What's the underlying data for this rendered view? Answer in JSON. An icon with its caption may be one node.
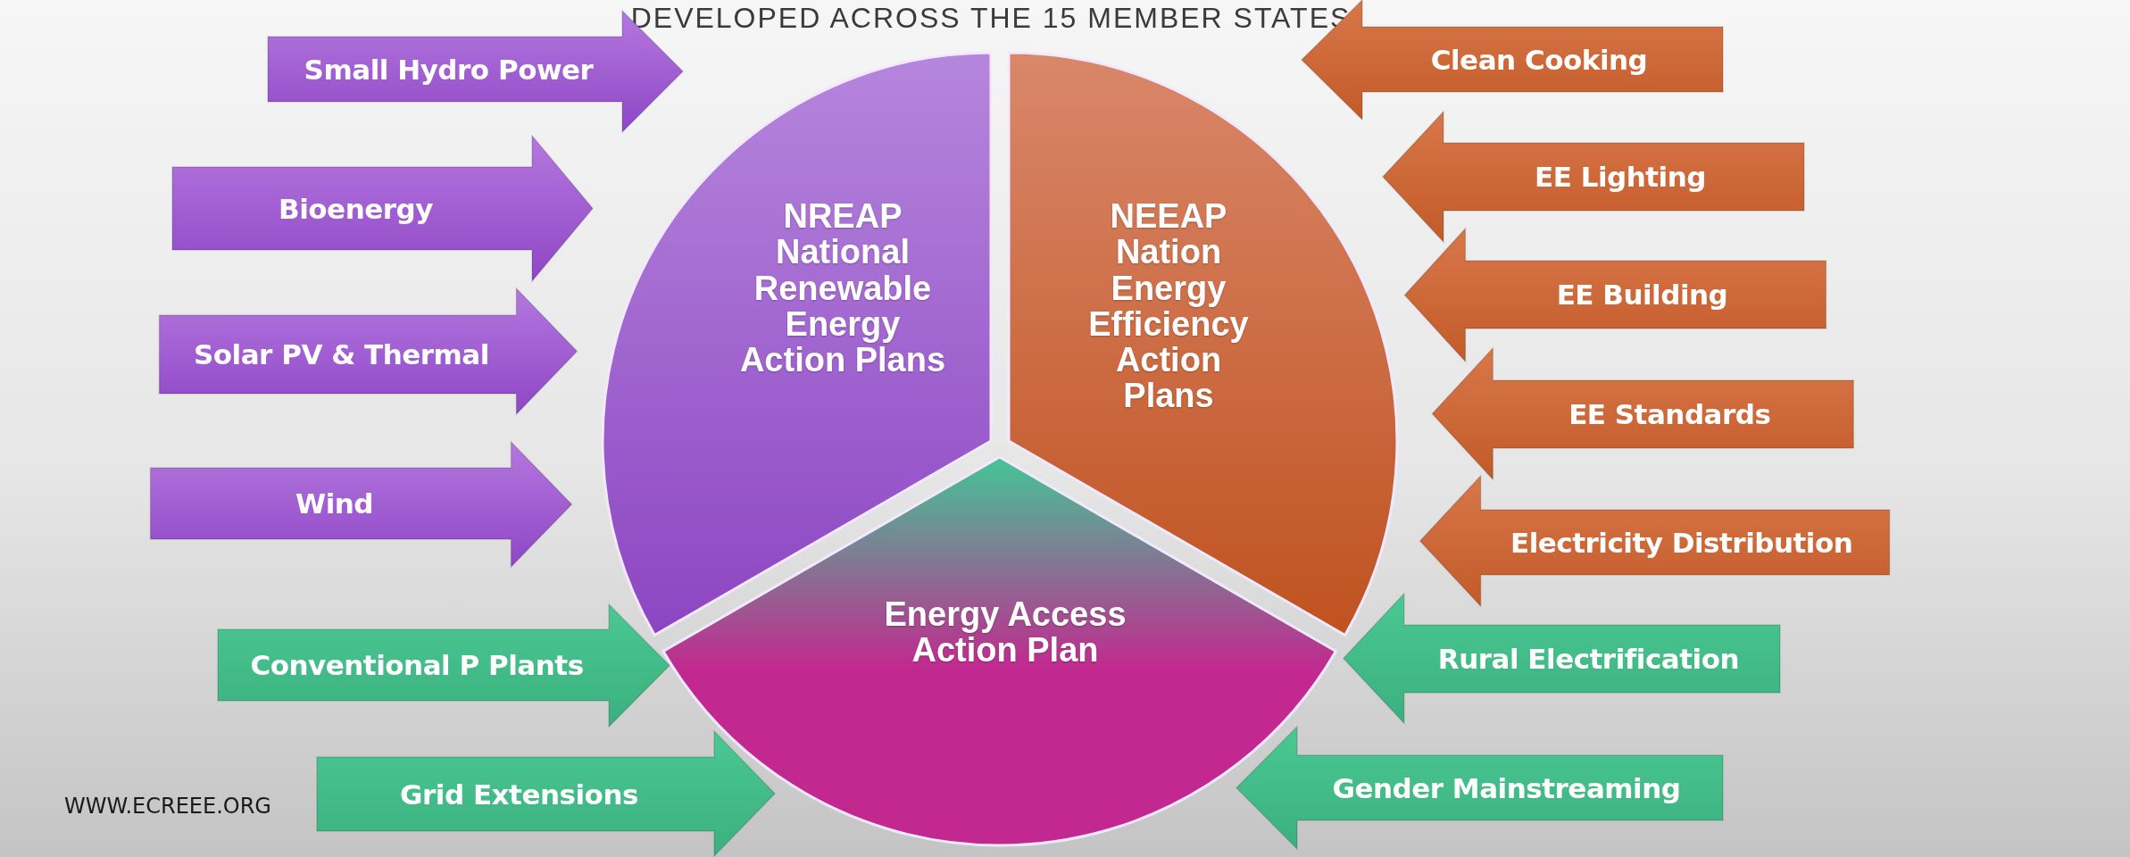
{
  "diagram": {
    "title": "DEVELOPED ACROSS THE 15 MEMBER STATES",
    "nodes": [
      {
        "text": [
          "NREAP",
          "National Renewable Energy Action Plans"
        ]
      },
      {
        "text": [
          "NEEAP",
          "Nation Energy Efficiency Action Plans"
        ]
      },
      {
        "text": [
          "Energy Access Action Plan"
        ]
      }
    ],
    "edges": [
      {
        "from": null,
        "to": 0,
        "arrow": "to",
        "label": "Small Hydro Power"
      },
      {
        "from": null,
        "to": 0,
        "arrow": "to",
        "label": "Bioenergy"
      },
      {
        "from": null,
        "to": 0,
        "arrow": "to",
        "label": "Solar PV & Thermal"
      },
      {
        "from": null,
        "to": 0,
        "arrow": "to",
        "label": "Wind"
      },
      {
        "from": null,
        "to": 2,
        "arrow": "to",
        "label": "Conventional P Plants"
      },
      {
        "from": null,
        "to": 2,
        "arrow": "to",
        "label": "Grid Extensions"
      },
      {
        "from": null,
        "to": 1,
        "arrow": "to",
        "label": "Clean Cooking"
      },
      {
        "from": null,
        "to": 1,
        "arrow": "to",
        "label": "EE Lighting"
      },
      {
        "from": null,
        "to": 1,
        "arrow": "to",
        "label": "EE Building"
      },
      {
        "from": null,
        "to": 1,
        "arrow": "to",
        "label": "EE Standards"
      },
      {
        "from": null,
        "to": 1,
        "arrow": "to",
        "label": "Electricity Distribution"
      },
      {
        "from": null,
        "to": 2,
        "arrow": "to",
        "label": "Rural Electrification"
      },
      {
        "from": null,
        "to": 2,
        "arrow": "to",
        "label": "Gender Mainstreaming"
      }
    ],
    "labels": [
      "WWW.ECREEE.ORG"
    ]
  }
}
